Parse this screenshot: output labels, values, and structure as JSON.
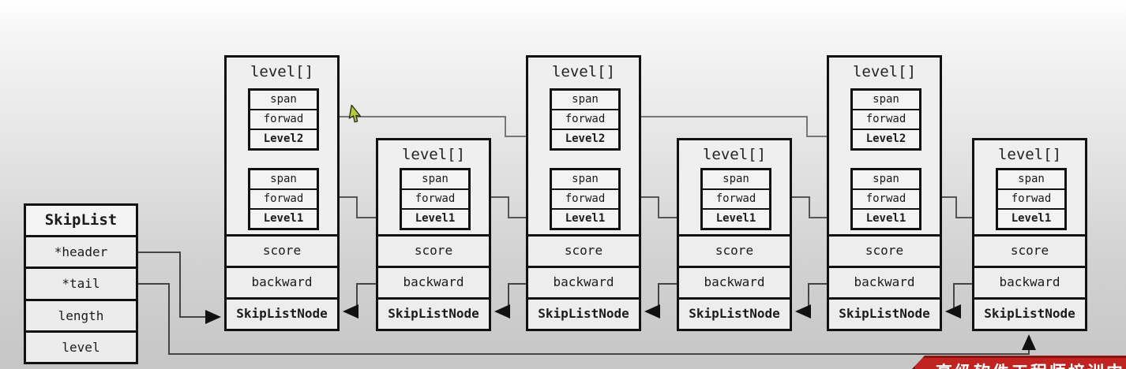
{
  "diagram": {
    "skiplist": {
      "title": "SkipList",
      "fields": [
        "*header",
        "*tail",
        "length",
        "level"
      ]
    },
    "nodes": [
      {
        "title": "level[]",
        "level2": {
          "span": "span",
          "forward": "forwad",
          "name": "Level2"
        },
        "level1": {
          "span": "span",
          "forward": "forwad",
          "name": "Level1"
        },
        "score": "score",
        "backward": "backward",
        "footer": "SkipListNode"
      },
      {
        "title": "level[]",
        "level1": {
          "span": "span",
          "forward": "forwad",
          "name": "Level1"
        },
        "score": "score",
        "backward": "backward",
        "footer": "SkipListNode"
      },
      {
        "title": "level[]",
        "level2": {
          "span": "span",
          "forward": "forwad",
          "name": "Level2"
        },
        "level1": {
          "span": "span",
          "forward": "forwad",
          "name": "Level1"
        },
        "score": "score",
        "backward": "backward",
        "footer": "SkipListNode"
      },
      {
        "title": "level[]",
        "level1": {
          "span": "span",
          "forward": "forwad",
          "name": "Level1"
        },
        "score": "score",
        "backward": "backward",
        "footer": "SkipListNode"
      },
      {
        "title": "level[]",
        "level2": {
          "span": "span",
          "forward": "forwad",
          "name": "Level2"
        },
        "level1": {
          "span": "span",
          "forward": "forwad",
          "name": "Level1"
        },
        "score": "score",
        "backward": "backward",
        "footer": "SkipListNode"
      },
      {
        "title": "level[]",
        "level1": {
          "span": "span",
          "forward": "forwad",
          "name": "Level1"
        },
        "score": "score",
        "backward": "backward",
        "footer": "SkipListNode"
      }
    ],
    "banner": {
      "text": "高级软件工程师培训中心"
    },
    "colors": {
      "banner_red": "#bf2420",
      "banner_red_dark": "#8a1412",
      "cursor_green": "#b9cb3c",
      "connector_gray": "#5a5a5a",
      "border_black": "#111111"
    }
  }
}
